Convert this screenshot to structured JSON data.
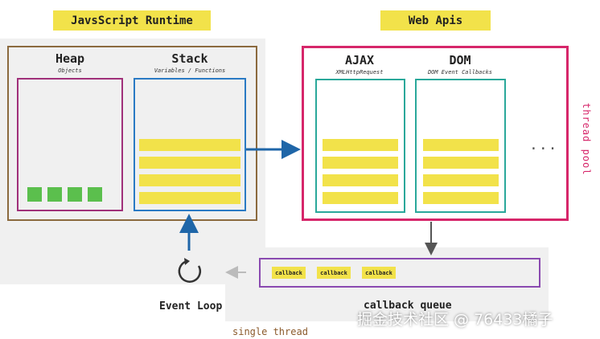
{
  "runtime": {
    "label": "JavsScript Runtime",
    "heap": {
      "title": "Heap",
      "subtitle": "Objects"
    },
    "stack": {
      "title": "Stack",
      "subtitle": "Variables / Functions"
    }
  },
  "web_apis": {
    "label": "Web Apis",
    "ajax": {
      "title": "AJAX",
      "subtitle": "XMLHttpRequest"
    },
    "dom": {
      "title": "DOM",
      "subtitle": "DOM Event Callbacks"
    },
    "more": "...",
    "thread_pool": "thread pool"
  },
  "callback_queue": {
    "label": "callback queue",
    "items": [
      "callback",
      "callback",
      "callback"
    ]
  },
  "event_loop": {
    "label": "Event Loop"
  },
  "single_thread": "single thread",
  "watermark": "掘金技术社区 @ 76433橘子",
  "colors": {
    "yellow": "#f2e24a",
    "runtime_border": "#8b6a3e",
    "heap_border": "#a0307a",
    "stack_border": "#2a7ac4",
    "webapi_border": "#d6266a",
    "subbox_border": "#2aa89a",
    "queue_border": "#8a4ab0",
    "arrow_blue": "#1f66a8",
    "green": "#5bbf4d"
  }
}
